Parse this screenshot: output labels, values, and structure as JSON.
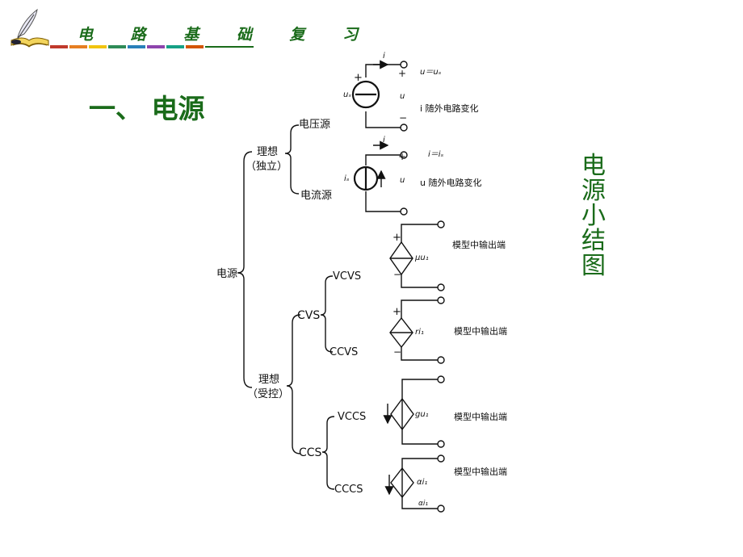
{
  "header": {
    "title": "电 路 基 础 复 习",
    "bar_colors": [
      "#c0392b",
      "#e67e22",
      "#f1c40f",
      "#2e8b57",
      "#2980b9",
      "#8e44ad",
      "#16a085",
      "#d35400"
    ]
  },
  "section_title": "一、 电源",
  "side_label": [
    "电",
    "源",
    "小",
    "结",
    "图"
  ],
  "icon": "quill-and-book-icon",
  "tree": {
    "root": "电源",
    "independent": {
      "label_line1": "理想",
      "label_line2": "（独立）",
      "voltage_source": "电压源",
      "current_source": "电流源"
    },
    "dependent": {
      "label_line1": "理想",
      "label_line2": "（受控）",
      "cvs": "CVS",
      "ccs": "CCS",
      "vcvs": "VCVS",
      "ccvs": "CCVS",
      "vccs": "VCCS",
      "cccs": "CCCS"
    }
  },
  "circuits": {
    "voltage": {
      "current": "i",
      "source": "uₛ",
      "terminal": "u",
      "plus": "+",
      "minus": "−",
      "eq": "u＝uₛ",
      "note": "i 随外电路变化"
    },
    "current": {
      "current": "i",
      "source": "iₛ",
      "terminal": "u",
      "plus": "+",
      "minus": "−",
      "eq": "i＝iₛ",
      "note": "u 随外电路变化"
    },
    "vcvs": {
      "plus": "+",
      "minus": "−",
      "value": "μu₁",
      "note": "模型中输出端"
    },
    "ccvs": {
      "plus": "+",
      "minus": "−",
      "value": "ri₁",
      "note": "模型中输出端"
    },
    "vccs": {
      "value": "gu₁",
      "note": "模型中输出端"
    },
    "cccs": {
      "value": "αi₁",
      "value2": "αi₁",
      "note": "模型中输出端"
    }
  }
}
